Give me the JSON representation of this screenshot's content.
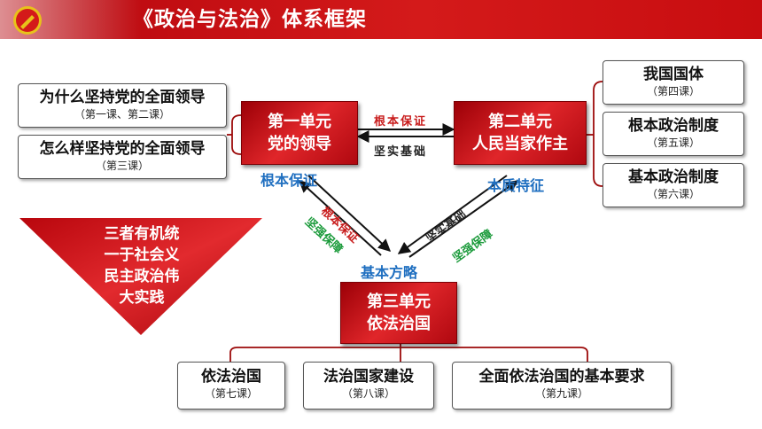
{
  "header": {
    "title": "《政治与法治》体系框架"
  },
  "left_boxes": [
    {
      "title": "为什么坚持党的全面领导",
      "sub": "（第一课、第二课）"
    },
    {
      "title": "怎么样坚持党的全面领导",
      "sub": "（第三课）"
    }
  ],
  "right_boxes": [
    {
      "title": "我国国体",
      "sub": "（第四课）"
    },
    {
      "title": "根本政治制度",
      "sub": "（第五课）"
    },
    {
      "title": "基本政治制度",
      "sub": "（第六课）"
    }
  ],
  "bottom_boxes": [
    {
      "title": "依法治国",
      "sub": "（第七课）"
    },
    {
      "title": "法治国家建设",
      "sub": "（第八课）"
    },
    {
      "title": "全面依法治国的基本要求",
      "sub": "（第九课）"
    }
  ],
  "units": {
    "unit1": {
      "line1": "第一单元",
      "line2": "党的领导",
      "label": "根本保证"
    },
    "unit2": {
      "line1": "第二单元",
      "line2": "人民当家作主",
      "label": "本质特征"
    },
    "unit3": {
      "line1": "第三单元",
      "line2": "依法治国",
      "label": "基本方略"
    }
  },
  "arrow_labels": {
    "top_right": "根本保证",
    "top_left": "坚实基础",
    "diag_left_red": "根本保证",
    "diag_left_green": "坚强保障",
    "diag_right_dark": "坚实基础",
    "diag_right_green": "坚强保障"
  },
  "triangle": {
    "lines": [
      "三者有机统",
      "一于社会义",
      "民主政治伟",
      "大实践"
    ]
  },
  "colors": {
    "header_red": "#c80d10",
    "unit_red": "#c4141a",
    "label_blue": "#1f6fc0",
    "label_green": "#1a9a3a",
    "label_red": "#c81c1c"
  }
}
